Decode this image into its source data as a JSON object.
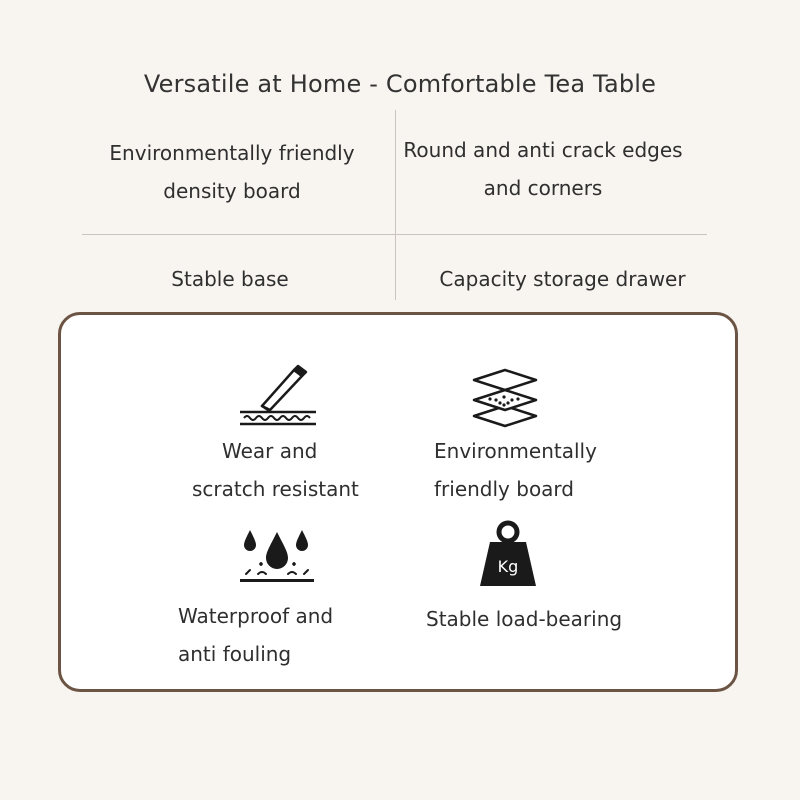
{
  "title": "Versatile at Home - Comfortable Tea Table",
  "features": {
    "top_left": [
      "Environmentally friendly",
      "density board"
    ],
    "top_right": [
      "Round and anti crack edges",
      "and corners"
    ],
    "bottom_left": "Stable base",
    "bottom_right": "Capacity storage drawer"
  },
  "card": {
    "items": [
      {
        "icon": "wear-scratch-icon",
        "lines": [
          "Wear and",
          "scratch resistant"
        ]
      },
      {
        "icon": "layered-board-icon",
        "lines": [
          "Environmentally",
          "friendly board"
        ]
      },
      {
        "icon": "water-drops-icon",
        "lines": [
          "Waterproof and",
          "anti fouling"
        ]
      },
      {
        "icon": "kg-weight-icon",
        "lines": [
          "Stable load-bearing"
        ],
        "icon_text": "Kg"
      }
    ]
  },
  "colors": {
    "border": "#6b5443",
    "background": "#f8f4ef",
    "card": "#ffffff"
  }
}
